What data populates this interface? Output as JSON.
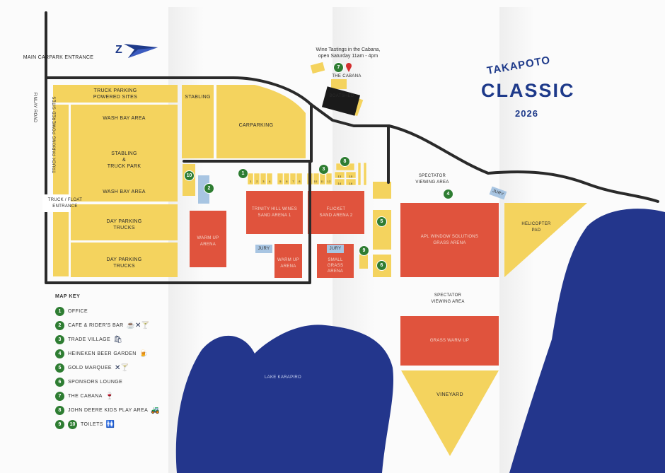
{
  "event": {
    "title_top": "TAKAPOTO",
    "title_main": "CLASSIC",
    "year": "2026"
  },
  "roads": {
    "main_carpark_entrance": "MAIN CARPARK ENTRANCE",
    "finlay_road": "FINLAY ROAD",
    "truck_float_entrance_1": "TRUCK / FLOAT",
    "truck_float_entrance_2": "ENTRANCE"
  },
  "areas": {
    "truck_parking_powered_1": "TRUCK PARKING",
    "truck_parking_powered_2": "POWERED SITES",
    "truck_parking_vertical": "TRUCK PARKING POWERED SITES",
    "stabling_top": "STABLING",
    "carparking": "CARPARKING",
    "wash_bay_top": "WASH BAY AREA",
    "stabling_truck_1": "STABLING",
    "stabling_truck_2": "&",
    "stabling_truck_3": "TRUCK PARK",
    "wash_bay_bottom": "WASH BAY AREA",
    "day_parking_1a": "DAY PARKING",
    "day_parking_1b": "TRUCKS",
    "day_parking_2a": "DAY PARKING",
    "day_parking_2b": "TRUCKS",
    "warm_up_arena_left_1": "WARM UP",
    "warm_up_arena_left_2": "ARENA",
    "trinity_1": "TRINITY HILL WINES",
    "trinity_2": "SAND ARENA 1",
    "flicket_1": "FLICKET",
    "flicket_2": "SAND ARENA 2",
    "warm_up_arena_mid_1": "WARM UP",
    "warm_up_arena_mid_2": "ARENA",
    "small_grass_1": "SMALL",
    "small_grass_2": "GRASS",
    "small_grass_3": "ARENA",
    "apl_1": "APL WINDOW SOLUTIONS",
    "apl_2": "GRASS ARENA",
    "spectator_top_1": "SPECTATOR",
    "spectator_top_2": "VIEWING AREA",
    "spectator_bottom_1": "SPECTATOR",
    "spectator_bottom_2": "VIEWING AREA",
    "grass_warm_up": "GRASS WARM UP",
    "vineyard": "VINEYARD",
    "helicopter_1": "HELICOPTER",
    "helicopter_2": "PAD",
    "lake": "LAKE KARAPIRO",
    "the_cabana": "THE CABANA",
    "boatshed": "BOATSHED",
    "jury_left": "JURY",
    "jury_mid": "JURY",
    "jury_right": "JURY"
  },
  "wine_tastings": {
    "line1": "Wine Tastings in the Cabana,",
    "line2": "open Saturday 11am - 4pm"
  },
  "pins": {
    "p1": "1",
    "p2": "2",
    "p3": "3",
    "p4": "4",
    "p5": "5",
    "p6": "6",
    "p7": "7",
    "p8": "8",
    "p9": "9",
    "p10": "10"
  },
  "stalls": {
    "row_a": [
      "1",
      "2",
      "3",
      "4"
    ],
    "row_b": [
      "5",
      "6",
      "7",
      "8"
    ],
    "row_c": [
      "9",
      "10",
      "11",
      "12"
    ],
    "row_d": [
      "13",
      "14"
    ],
    "row_e": [
      "15",
      "16"
    ]
  },
  "map_key": {
    "title": "MAP KEY",
    "items": [
      {
        "num": "1",
        "label": "OFFICE",
        "icons": ""
      },
      {
        "num": "2",
        "label": "CAFE & RIDER'S BAR",
        "icons": "☕✕🍸"
      },
      {
        "num": "3",
        "label": "TRADE VILLAGE",
        "icons": "🛍"
      },
      {
        "num": "4",
        "label": "HEINEKEN BEER GARDEN",
        "icons": "🍺"
      },
      {
        "num": "5",
        "label": "GOLD MARQUEE",
        "icons": "✕🍸"
      },
      {
        "num": "6",
        "label": "SPONSORS LOUNGE",
        "icons": ""
      },
      {
        "num": "7",
        "label": "THE CABANA",
        "icons": "🍷"
      },
      {
        "num": "8",
        "label": "JOHN DEERE KIDS PLAY AREA",
        "icons": "🚜"
      },
      {
        "num": "9",
        "num2": "10",
        "label": "TOILETS",
        "icons": "🚻"
      }
    ]
  },
  "colors": {
    "yellow": "#f4d35e",
    "red": "#e0533d",
    "lake_blue": "#23368c",
    "road": "#2a2a2a",
    "pin_green": "#2e7d32",
    "jury_blue": "#a8c5e2",
    "title_blue": "#1e3a8a"
  },
  "icons": {
    "compass": "north-arrow-icon",
    "location_pin": "location-pin-icon"
  }
}
